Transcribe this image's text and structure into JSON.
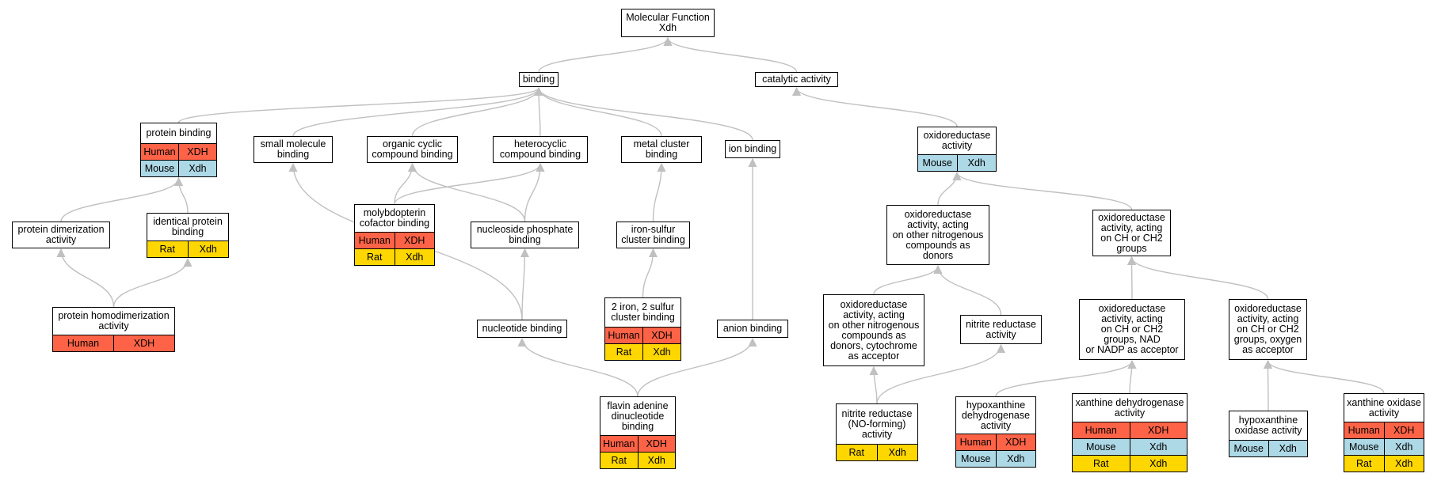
{
  "colors": {
    "edge": "#c0c0c0",
    "Human": "#ff6347",
    "Mouse": "#add8e6",
    "Rat": "#ffd700"
  },
  "nodes": [
    {
      "id": "mf",
      "label": "Molecular Function\nXdh",
      "rows": []
    },
    {
      "id": "binding",
      "label": "binding",
      "rows": []
    },
    {
      "id": "catalytic",
      "label": "catalytic activity",
      "rows": []
    },
    {
      "id": "protein_binding",
      "label": "protein binding",
      "rows": [
        [
          "Human",
          "XDH"
        ],
        [
          "Mouse",
          "Xdh"
        ]
      ]
    },
    {
      "id": "small_molecule",
      "label": "small molecule\nbinding",
      "rows": []
    },
    {
      "id": "organic_cyclic",
      "label": "organic cyclic\ncompound binding",
      "rows": []
    },
    {
      "id": "heterocyclic",
      "label": "heterocyclic\ncompound binding",
      "rows": []
    },
    {
      "id": "metal_cluster",
      "label": "metal cluster\nbinding",
      "rows": []
    },
    {
      "id": "ion_binding",
      "label": "ion binding",
      "rows": []
    },
    {
      "id": "oxidoreductase",
      "label": "oxidoreductase\nactivity",
      "rows": [
        [
          "Mouse",
          "Xdh"
        ]
      ]
    },
    {
      "id": "protein_dimer",
      "label": "protein dimerization\nactivity",
      "rows": []
    },
    {
      "id": "identical_protein",
      "label": "identical protein\nbinding",
      "rows": [
        [
          "Rat",
          "Xdh"
        ]
      ]
    },
    {
      "id": "molybdopterin",
      "label": "molybdopterin\ncofactor binding",
      "rows": [
        [
          "Human",
          "XDH"
        ],
        [
          "Rat",
          "Xdh"
        ]
      ]
    },
    {
      "id": "nucleoside_phosphate",
      "label": "nucleoside phosphate\nbinding",
      "rows": []
    },
    {
      "id": "iron_sulfur",
      "label": "iron-sulfur\ncluster binding",
      "rows": []
    },
    {
      "id": "ox_nitrogenous",
      "label": "oxidoreductase\nactivity, acting\non other nitrogenous\ncompounds as\ndonors",
      "rows": []
    },
    {
      "id": "ox_ch",
      "label": "oxidoreductase\nactivity, acting\non CH or CH2\ngroups",
      "rows": []
    },
    {
      "id": "protein_homodimer",
      "label": "protein homodimerization\nactivity",
      "rows": [
        [
          "Human",
          "XDH"
        ]
      ]
    },
    {
      "id": "nucleotide",
      "label": "nucleotide binding",
      "rows": []
    },
    {
      "id": "two_iron",
      "label": "2 iron, 2 sulfur\ncluster binding",
      "rows": [
        [
          "Human",
          "XDH"
        ],
        [
          "Rat",
          "Xdh"
        ]
      ]
    },
    {
      "id": "anion",
      "label": "anion binding",
      "rows": []
    },
    {
      "id": "ox_nitro_cyto",
      "label": "oxidoreductase\nactivity, acting\non other nitrogenous\ncompounds as\ndonors, cytochrome\nas acceptor",
      "rows": []
    },
    {
      "id": "nitrite_red",
      "label": "nitrite reductase\nactivity",
      "rows": []
    },
    {
      "id": "ox_ch_nad",
      "label": "oxidoreductase\nactivity, acting\non CH or CH2\ngroups, NAD\nor NADP as acceptor",
      "rows": []
    },
    {
      "id": "ox_ch_oxygen",
      "label": "oxidoreductase\nactivity, acting\non CH or CH2\ngroups, oxygen\nas acceptor",
      "rows": []
    },
    {
      "id": "fad",
      "label": "flavin adenine\ndinucleotide\nbinding",
      "rows": [
        [
          "Human",
          "XDH"
        ],
        [
          "Rat",
          "Xdh"
        ]
      ]
    },
    {
      "id": "nitrite_no",
      "label": "nitrite reductase\n(NO-forming)\nactivity",
      "rows": [
        [
          "Rat",
          "Xdh"
        ]
      ]
    },
    {
      "id": "hypox_dehydro",
      "label": "hypoxanthine\ndehydrogenase\nactivity",
      "rows": [
        [
          "Human",
          "XDH"
        ],
        [
          "Mouse",
          "Xdh"
        ]
      ]
    },
    {
      "id": "xanthine_dehydro",
      "label": "xanthine dehydrogenase\nactivity",
      "rows": [
        [
          "Human",
          "XDH"
        ],
        [
          "Mouse",
          "Xdh"
        ],
        [
          "Rat",
          "Xdh"
        ]
      ]
    },
    {
      "id": "hypox_oxidase",
      "label": "hypoxanthine\noxidase activity",
      "rows": [
        [
          "Mouse",
          "Xdh"
        ]
      ]
    },
    {
      "id": "xanthine_oxidase",
      "label": "xanthine oxidase\nactivity",
      "rows": [
        [
          "Human",
          "XDH"
        ],
        [
          "Mouse",
          "Xdh"
        ],
        [
          "Rat",
          "Xdh"
        ]
      ]
    }
  ],
  "edges": [
    [
      "binding",
      "mf"
    ],
    [
      "catalytic",
      "mf"
    ],
    [
      "protein_binding",
      "binding"
    ],
    [
      "small_molecule",
      "binding"
    ],
    [
      "organic_cyclic",
      "binding"
    ],
    [
      "heterocyclic",
      "binding"
    ],
    [
      "metal_cluster",
      "binding"
    ],
    [
      "ion_binding",
      "binding"
    ],
    [
      "oxidoreductase",
      "catalytic"
    ],
    [
      "protein_dimer",
      "protein_binding"
    ],
    [
      "identical_protein",
      "protein_binding"
    ],
    [
      "protein_homodimer",
      "protein_dimer"
    ],
    [
      "protein_homodimer",
      "identical_protein"
    ],
    [
      "molybdopterin",
      "organic_cyclic"
    ],
    [
      "molybdopterin",
      "heterocyclic"
    ],
    [
      "nucleoside_phosphate",
      "organic_cyclic"
    ],
    [
      "nucleoside_phosphate",
      "heterocyclic"
    ],
    [
      "nucleotide",
      "nucleoside_phosphate"
    ],
    [
      "nucleotide",
      "small_molecule"
    ],
    [
      "iron_sulfur",
      "metal_cluster"
    ],
    [
      "two_iron",
      "iron_sulfur"
    ],
    [
      "anion",
      "ion_binding"
    ],
    [
      "fad",
      "nucleotide"
    ],
    [
      "fad",
      "anion"
    ],
    [
      "ox_nitrogenous",
      "oxidoreductase"
    ],
    [
      "ox_ch",
      "oxidoreductase"
    ],
    [
      "ox_nitro_cyto",
      "ox_nitrogenous"
    ],
    [
      "nitrite_red",
      "ox_nitrogenous"
    ],
    [
      "nitrite_no",
      "ox_nitro_cyto"
    ],
    [
      "nitrite_no",
      "nitrite_red"
    ],
    [
      "ox_ch_nad",
      "ox_ch"
    ],
    [
      "ox_ch_oxygen",
      "ox_ch"
    ],
    [
      "hypox_dehydro",
      "ox_ch_nad"
    ],
    [
      "xanthine_dehydro",
      "ox_ch_nad"
    ],
    [
      "hypox_oxidase",
      "ox_ch_oxygen"
    ],
    [
      "xanthine_oxidase",
      "ox_ch_oxygen"
    ]
  ]
}
